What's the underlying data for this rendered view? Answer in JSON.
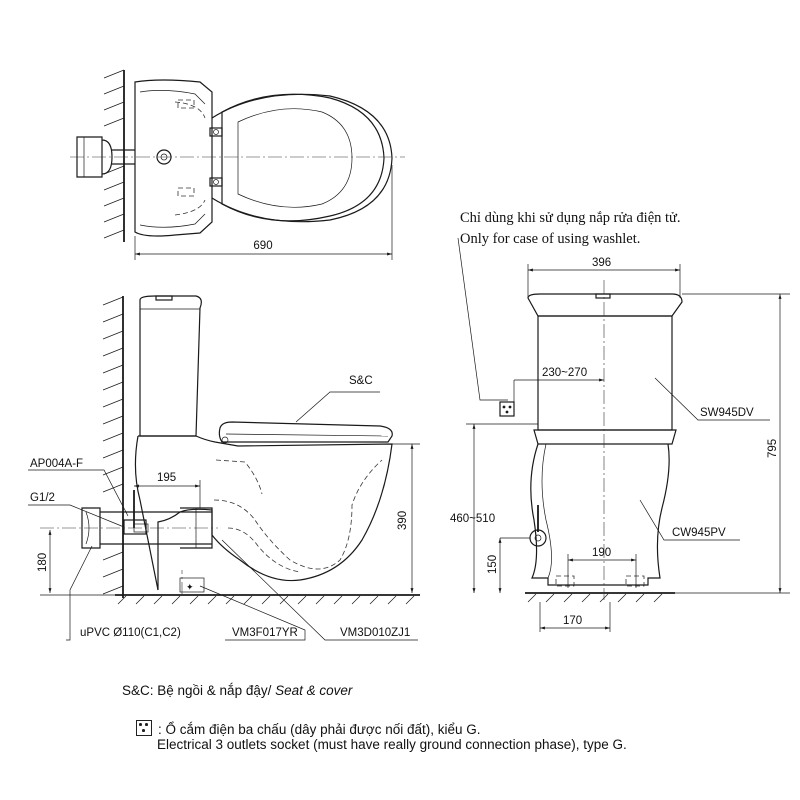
{
  "top_view": {
    "width_label": "690"
  },
  "side_view": {
    "label_sc": "S&C",
    "label_ap004": "AP004A-F",
    "label_g12": "G1/2",
    "dim_195": "195",
    "dim_390": "390",
    "dim_180": "180",
    "label_upvc": "uPVC Ø110(C1,C2)",
    "label_vm3f": "VM3F017YR",
    "label_vm3d": "VM3D010ZJ1"
  },
  "front_view": {
    "note_vi": "Chỉ dùng khi sử dụng nắp rửa điện tử.",
    "note_en": "Only for case of using washlet.",
    "dim_396": "396",
    "dim_230": "230~270",
    "label_sw": "SW945DV",
    "dim_795": "795",
    "dim_460": "460~510",
    "label_cw": "CW945PV",
    "dim_190": "190",
    "dim_150": "150",
    "dim_170": "170"
  },
  "legend": {
    "sc_prefix": "S&C: Bệ ngồi & nắp đậy/ ",
    "sc_en": "Seat & cover",
    "socket_vi": ": Ổ cắm điện ba chấu (dây phải được nối đất), kiểu G.",
    "socket_en": "Electrical 3 outlets socket (must have really ground connection phase), type G."
  }
}
